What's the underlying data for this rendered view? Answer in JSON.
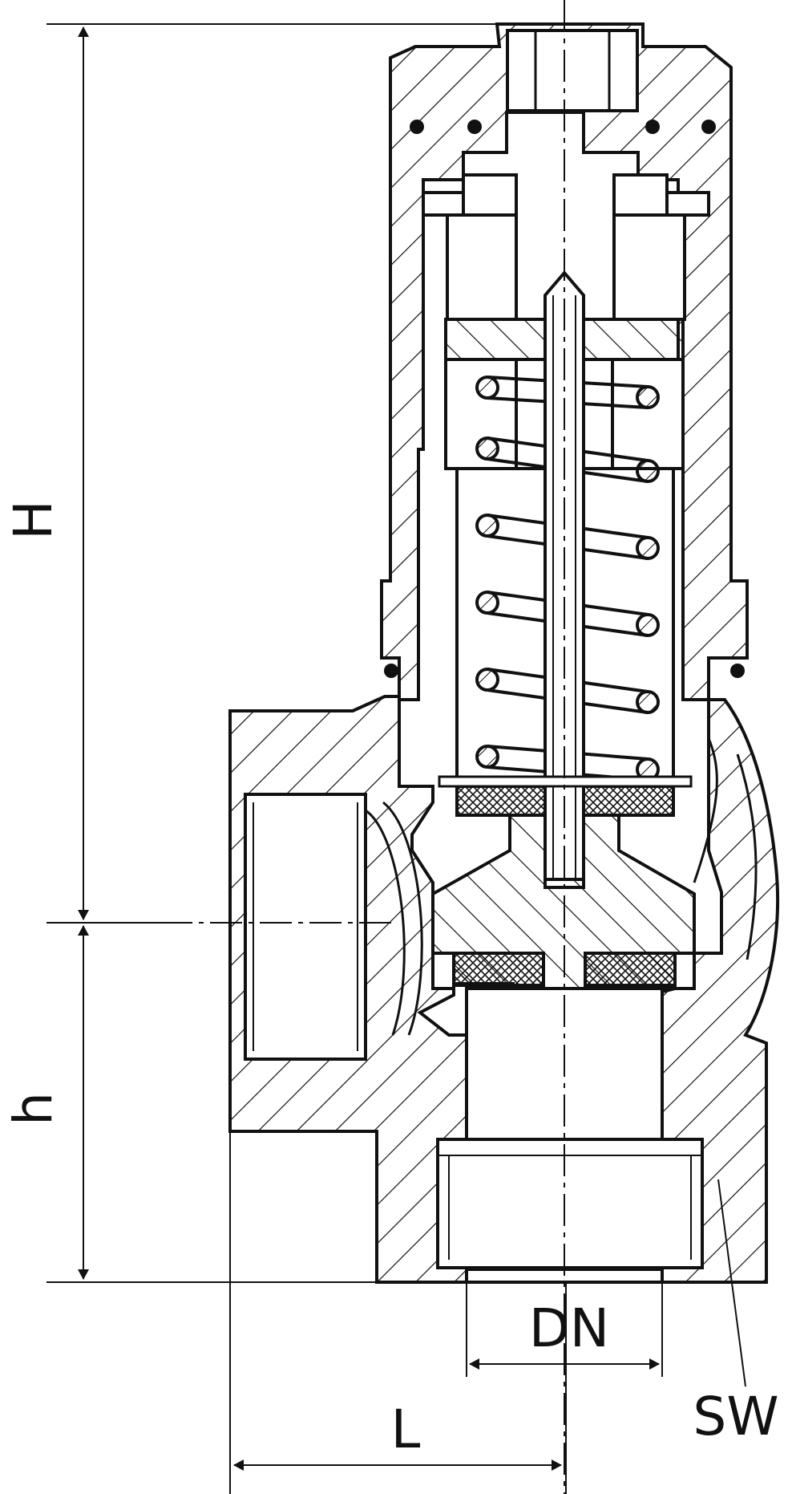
{
  "diagram": {
    "dimensions": {
      "overall_height": "H",
      "inlet_height": "h",
      "nominal_diameter": "DN",
      "wrench_size": "SW",
      "length": "L"
    },
    "colors": {
      "ink": "#111111",
      "background": "#ffffff"
    }
  }
}
